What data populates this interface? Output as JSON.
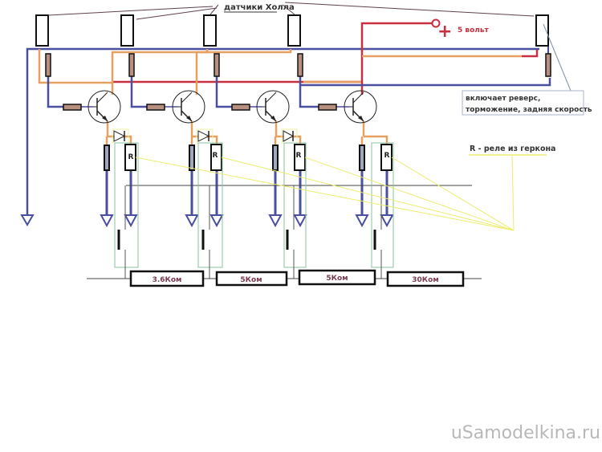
{
  "labels": {
    "hall_sensors": "датчики Холла",
    "five_volt": "5 вольт",
    "plus_sign": "+",
    "reverse_note_line1": "включает реверс,",
    "reverse_note_line2": "торможение, задняя скорость",
    "relay_note": "R - реле из геркона",
    "relay_mark": "R",
    "watermark": "uSamodelkina.ru"
  },
  "resistor_chain": [
    {
      "value": "3.6Ком"
    },
    {
      "value": "5Ком"
    },
    {
      "value": "5Ком"
    },
    {
      "value": "30Ком"
    }
  ],
  "stages": [
    {
      "id": 1,
      "has_diode": true
    },
    {
      "id": 2,
      "has_diode": true
    },
    {
      "id": 3,
      "has_diode": true
    },
    {
      "id": 4,
      "has_diode": false
    }
  ],
  "colors": {
    "ground_wire": "#4a4fa0",
    "signal_wire": "#e8a060",
    "supply_wire": "#c83040",
    "component_outline": "#111111",
    "resistor_fill": "#b89080",
    "relay_frame": "#8cc0a0",
    "pointer_yellow": "#ecec70",
    "pointer_dark": "#604050",
    "resistor_text": "#7a3a50",
    "note_text": "#333333",
    "supply_text": "#c83040",
    "watermark": "#b8b8b8"
  }
}
